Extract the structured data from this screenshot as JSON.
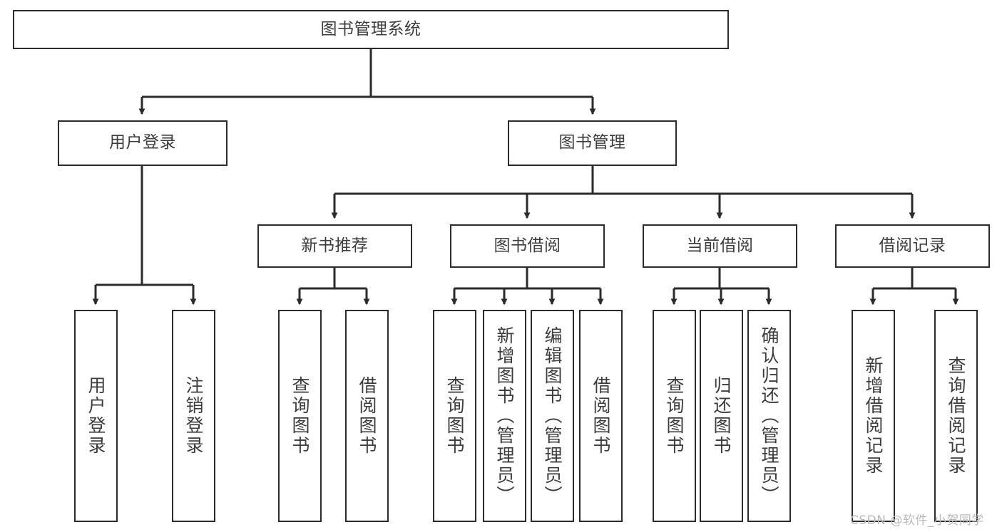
{
  "diagram": {
    "title": "图书管理系统",
    "watermark": "CSDN @软件_小贺同学",
    "colors": {
      "box_border": "#2b2b2b",
      "box_fill": "#ffffff",
      "text": "#3c3c3c",
      "edge": "#2b2b2b",
      "watermark": "#b9b9b9",
      "page_background": "#ffffff"
    },
    "nodes": {
      "root": {
        "label": "图书管理系统"
      },
      "level2": [
        {
          "label": "用户登录"
        },
        {
          "label": "图书管理"
        }
      ],
      "level3": [
        {
          "label": "新书推荐"
        },
        {
          "label": "图书借阅"
        },
        {
          "label": "当前借阅"
        },
        {
          "label": "借阅记录"
        }
      ],
      "leaves": {
        "user_login": [
          {
            "label": "用户登录"
          },
          {
            "label": "注销登录"
          }
        ],
        "new_book_recommend": [
          {
            "label": "查询图书"
          },
          {
            "label": "借阅图书"
          }
        ],
        "book_borrow": [
          {
            "label": "查询图书"
          },
          {
            "label": "新增图书（管理员）"
          },
          {
            "label": "编辑图书（管理员）"
          },
          {
            "label": "借阅图书"
          }
        ],
        "current_borrow": [
          {
            "label": "查询图书"
          },
          {
            "label": "归还图书"
          },
          {
            "label": "确认归还（管理员）"
          }
        ],
        "borrow_record": [
          {
            "label": "新增借阅记录"
          },
          {
            "label": "查询借阅记录"
          }
        ]
      }
    }
  }
}
